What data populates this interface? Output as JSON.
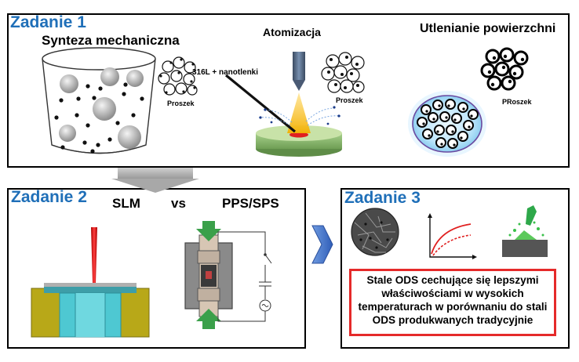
{
  "task1": {
    "title": "Zadanie 1",
    "mech_label": "Synteza mechaniczna",
    "atom_label": "Atomizacja",
    "oxid_label": "Utlenianie powierzchni",
    "powder1": "Proszek",
    "powder2": "Proszek",
    "powder3": "PRoszek",
    "feed_label": "316L + nanotlenki"
  },
  "task2": {
    "title": "Zadanie 2",
    "slm": "SLM",
    "vs": "vs",
    "pps": "PPS/SPS"
  },
  "task3": {
    "title": "Zadanie 3",
    "conclusion": "Stale ODS cechujące się lepszymi właściwościami w wysokich temperaturach w porównaniu do stali ODS produkwanych tradycyjnie"
  },
  "colors": {
    "title_blue": "#1f6fb8",
    "arrow_blue": "#4a78c8",
    "laser_red": "#d62020",
    "cyan": "#4ec8d2",
    "olive": "#b8a818",
    "green_arrow": "#3aa04a",
    "conclusion_border": "#e52a2a"
  }
}
